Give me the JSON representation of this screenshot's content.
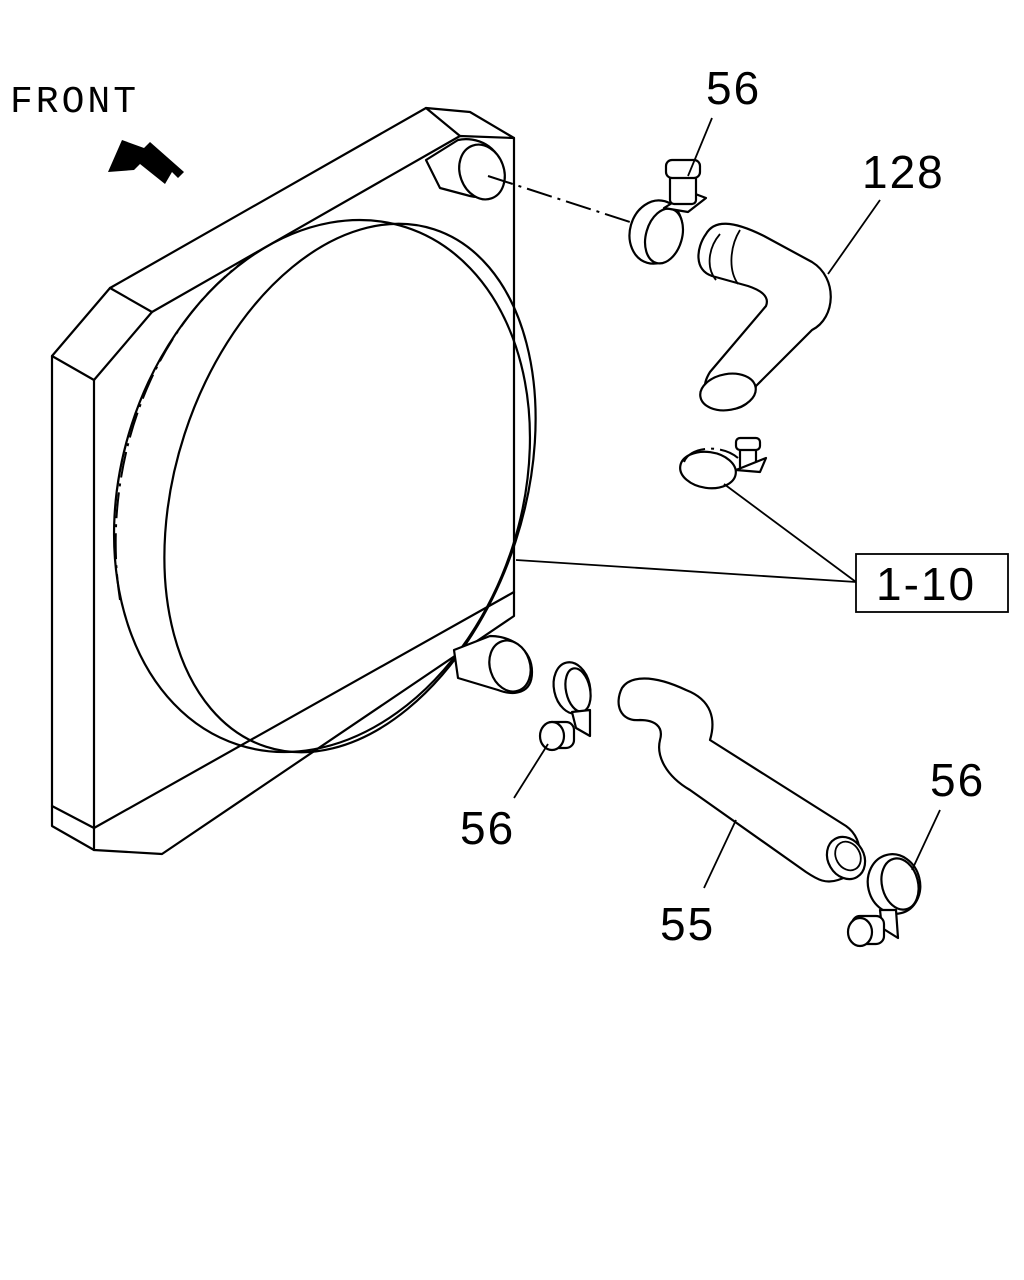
{
  "direction_label": "FRONT",
  "callouts": {
    "upper_hose": "128",
    "lower_hose": "55",
    "clamp_top": "56",
    "clamp_lower_left": "56",
    "clamp_lower_right": "56",
    "reference_box": "1-10"
  },
  "icons": {
    "direction": "arrow-up-left-icon"
  },
  "colors": {
    "ink": "#000000",
    "paper": "#ffffff"
  }
}
